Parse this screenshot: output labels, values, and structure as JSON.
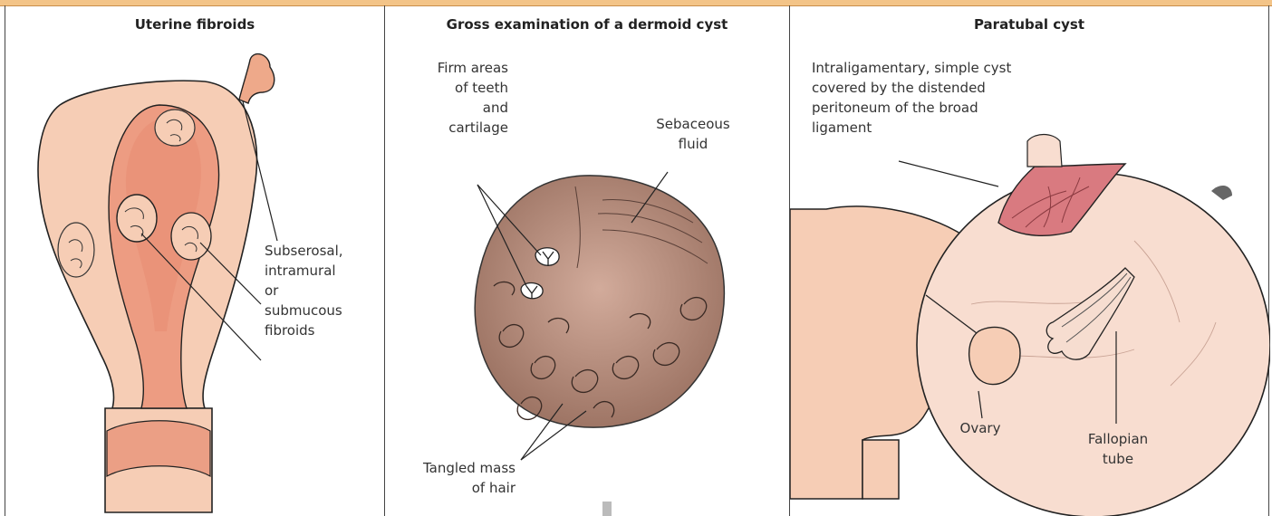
{
  "panels": [
    {
      "title": "Uterine fibroids",
      "labels": [
        "Subserosal,\nintramural\nor\nsubmucous\nfibroids"
      ]
    },
    {
      "title": "Gross examination of\na dermoid cyst",
      "labels": [
        "Firm areas\nof teeth\nand\ncartilage",
        "Sebaceous\nfluid",
        "Tangled mass\nof hair"
      ]
    },
    {
      "title": "Paratubal cyst",
      "labels": [
        "Intraligamentary, simple cyst\ncovered by the distended\nperitoneum of the broad\nligament",
        "Ovary",
        "Fallopian\ntube"
      ]
    }
  ],
  "colors": {
    "header_bar": "#f3c488",
    "tissue": "#f6cdb5",
    "tissue_dark": "#e59a78",
    "dermoid": "#b98f7e",
    "cyst": "#f8ddd0",
    "cyst_window": "#d97a80"
  }
}
